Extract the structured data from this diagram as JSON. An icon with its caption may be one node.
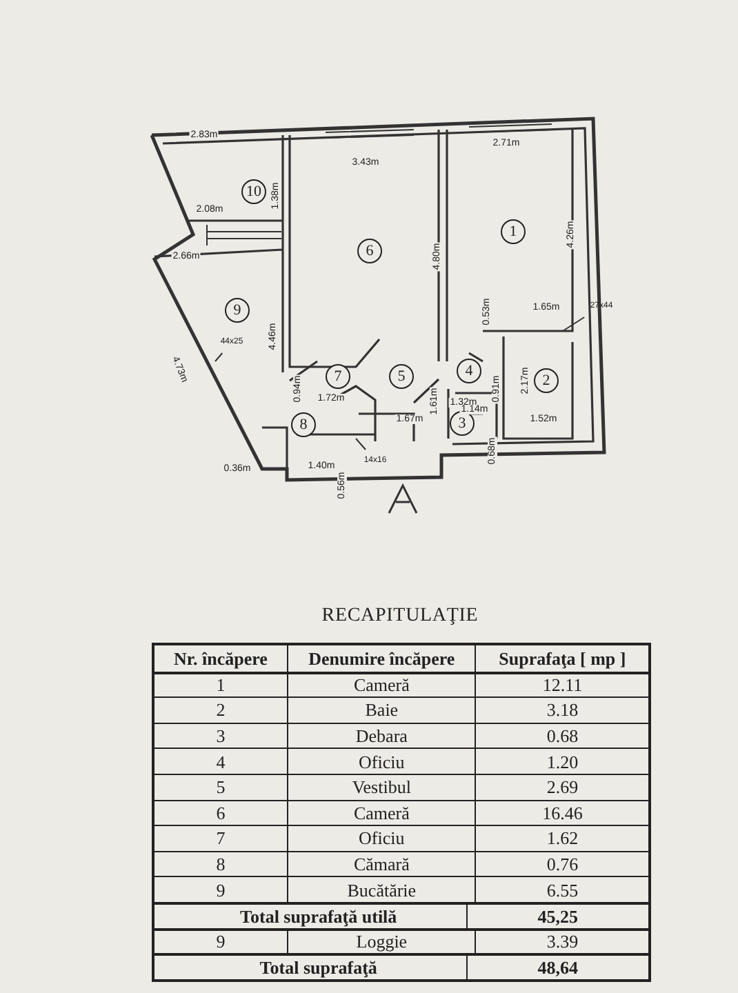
{
  "diagram": {
    "nodes": [
      {
        "text": [
          "1"
        ]
      },
      {
        "text": [
          "2"
        ]
      },
      {
        "text": [
          "3"
        ]
      },
      {
        "text": [
          "4"
        ]
      },
      {
        "text": [
          "5"
        ]
      },
      {
        "text": [
          "6"
        ]
      },
      {
        "text": [
          "7"
        ]
      },
      {
        "text": [
          "8"
        ]
      },
      {
        "text": [
          "9"
        ]
      },
      {
        "text": [
          "10"
        ]
      },
      {
        "text": [
          "27x44"
        ]
      },
      {
        "text": [
          "44x25"
        ]
      },
      {
        "text": [
          "14x16"
        ]
      }
    ],
    "edges": [
      {
        "from": 10,
        "to": null,
        "arrow": "none"
      },
      {
        "from": 11,
        "to": null,
        "arrow": "none"
      },
      {
        "from": 12,
        "to": null,
        "arrow": "none"
      }
    ],
    "labels": [
      "2.83m",
      "3.43m",
      "2.71m",
      "1.38m",
      "2.08m",
      "2.66m",
      "4.80m",
      "4.26m",
      "4.46m",
      "4.73m",
      "1.65m",
      "0.53m",
      "0.94m",
      "1.72m",
      "1.61m",
      "1.32m",
      "0.91m",
      "2.17m",
      "1.14m",
      "1.67m",
      "1.52m",
      "0.68m",
      "0.36m",
      "1.40m",
      "0.56m",
      "RECAPITULAŢIE",
      "Nr. încăpere",
      "Denumire încăpere",
      "Suprafaţa [ mp ]",
      "1",
      "Cameră",
      "12.11",
      "2",
      "Baie",
      "3.18",
      "3",
      "Debara",
      "0.68",
      "4",
      "Oficiu",
      "1.20",
      "5",
      "Vestibul",
      "2.69",
      "6",
      "Cameră",
      "16.46",
      "7",
      "Oficiu",
      "1.62",
      "8",
      "Cămară",
      "0.76",
      "9",
      "Bucătărie",
      "6.55",
      "Total suprafaţă utilă",
      "45,25",
      "9",
      "Loggie",
      "3.39",
      "Total suprafaţă",
      "48,64"
    ]
  }
}
